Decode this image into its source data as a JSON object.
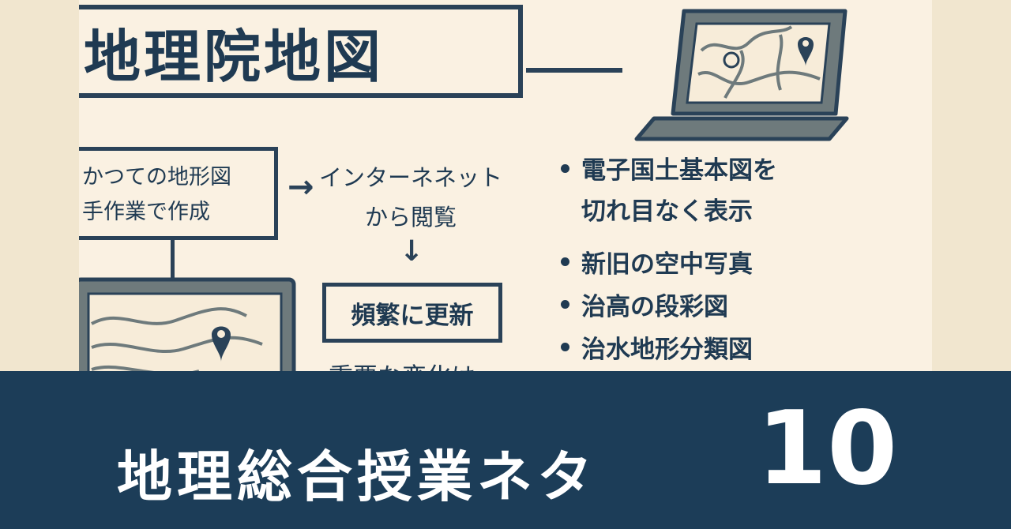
{
  "poster": {
    "title": "地理院地図",
    "old_map": {
      "line1": "かつての地形図",
      "line2": "手作業で作成"
    },
    "arrow_right_glyph": "→",
    "arrow_down_glyph": "↓",
    "internet": {
      "line1": "インターネネット",
      "line2": "から閲覧"
    },
    "update_label": "頻繁に更新",
    "important_text": "重要な変化は",
    "features": {
      "f1_line1": "電子国土基本図を",
      "f1_line2": "切れ目なく表示",
      "f2": "新旧の空中写真",
      "f3": "治高の段彩図",
      "f4": "治水地形分類図"
    }
  },
  "banner": {
    "title": "地理総合授業ネタ",
    "number": "10"
  },
  "colors": {
    "ink": "#1f3a52",
    "paper": "#faf1e2",
    "outer_bg": "#f1e6cf",
    "banner_bg": "#1c3d58",
    "banner_text": "#ffffff",
    "device_gray": "#6e7a7c"
  },
  "icons": [
    "laptop-icon",
    "map-pin-icon",
    "tablet-icon"
  ]
}
